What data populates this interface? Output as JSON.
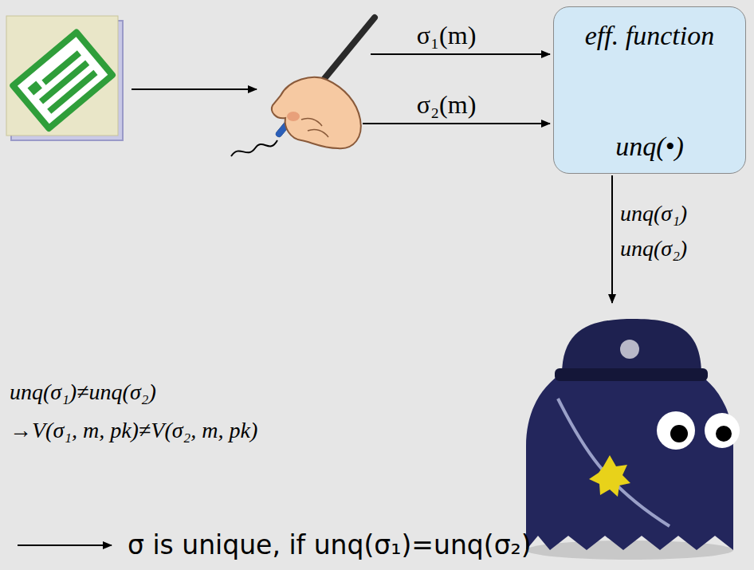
{
  "diagram": {
    "nodes": [
      {
        "text": [
          "eff. function",
          "unq(•)"
        ]
      }
    ],
    "labels": [
      "σ₁(m)",
      "σ₂(m)",
      "unq(σ₁)",
      "unq(σ₂)",
      "unq(σ₁)≠unq(σ₂)",
      "→V(σ₁, m, pk)≠V(σ₂, m, pk)",
      "σ is unique, if unq(σ₁)=unq(σ₂)"
    ]
  }
}
